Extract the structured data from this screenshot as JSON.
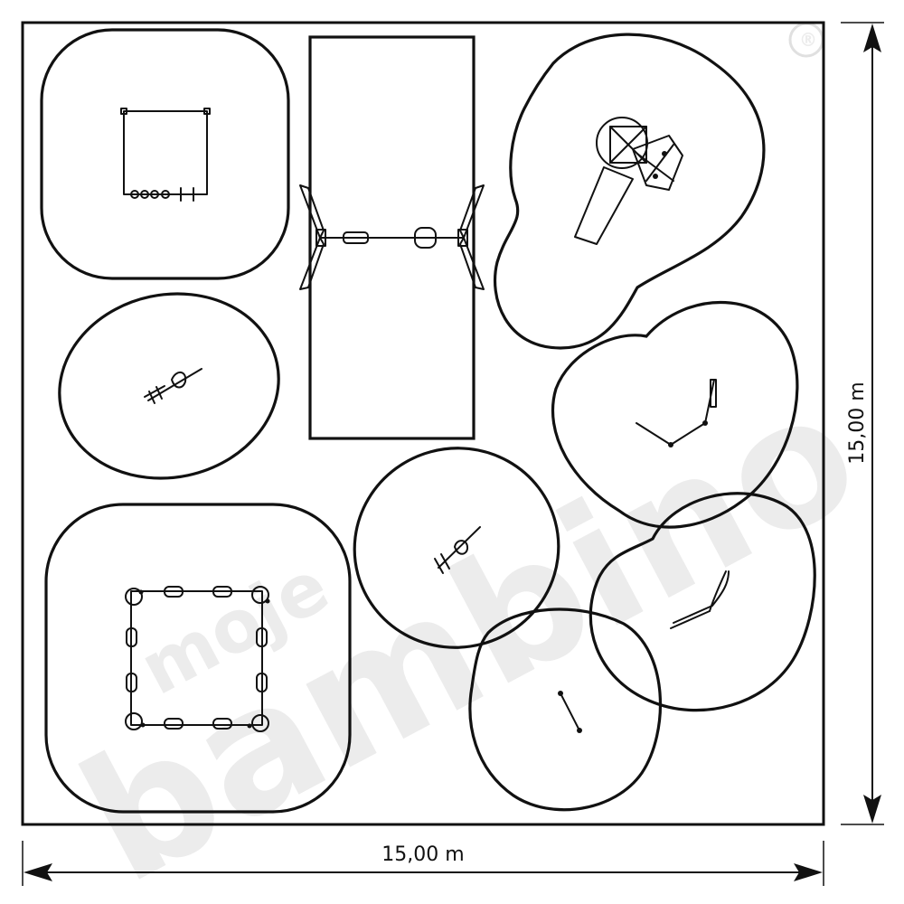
{
  "dimensions": {
    "width_label": "15,00 m",
    "height_label": "15,00 m"
  },
  "watermark": {
    "brand_line_1": "moje",
    "brand_line_2": "bambino",
    "registered_mark": "®"
  },
  "colors": {
    "line": "#111111",
    "watermark": "#ececec",
    "background": "#ffffff"
  },
  "equipment_icons": [
    "square-frame-icon",
    "swing-set-icon",
    "play-tower-slide-icon",
    "spring-rocker-icon",
    "balance-beam-icon",
    "spring-rocker-icon",
    "rope-bridge-icon",
    "chain-balance-icon",
    "log-ring-circuit-icon"
  ]
}
